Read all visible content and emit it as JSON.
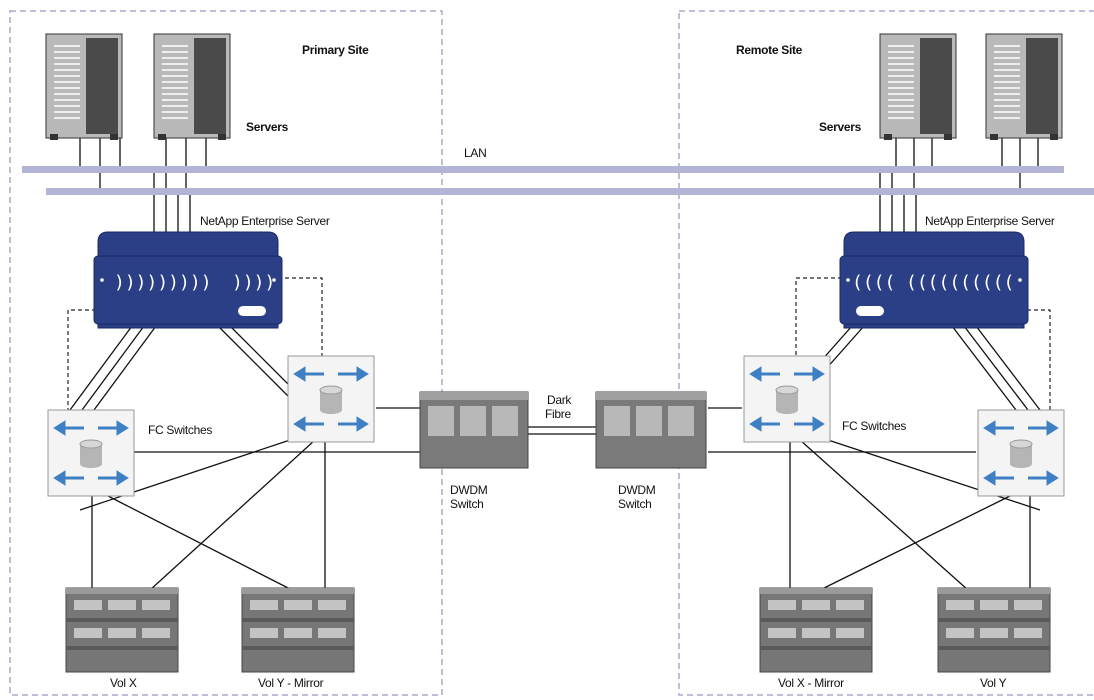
{
  "sites": {
    "primary": {
      "title": "Primary Site"
    },
    "remote": {
      "title": "Remote Site"
    }
  },
  "labels": {
    "servers_left": "Servers",
    "servers_right": "Servers",
    "lan": "LAN",
    "enterprise_left": "NetApp Enterprise Server",
    "enterprise_right": "NetApp Enterprise Server",
    "fc_left": "FC Switches",
    "fc_right": "FC Switches",
    "dark_fibre_1": "Dark",
    "dark_fibre_2": "Fibre",
    "dwdm_left_1": "DWDM",
    "dwdm_left_2": "Switch",
    "dwdm_right_1": "DWDM",
    "dwdm_right_2": "Switch",
    "vol_x": "Vol X",
    "vol_y_mirror": "Vol Y - Mirror",
    "vol_x_mirror": "Vol X - Mirror",
    "vol_y": "Vol Y"
  },
  "colors": {
    "site_border": "#a8a8cc",
    "lan_bus": "#b4b4d6",
    "server_body": "#b9b9b9",
    "server_dark": "#4a4a4a",
    "enterprise_body": "#2b3f86",
    "switch_arrow": "#3f7fc4",
    "dwdm_body": "#7a7a7a",
    "storage_body": "#777777"
  },
  "icons": [
    "server-rack-icon",
    "netapp-filer-icon",
    "fc-switch-icon",
    "dwdm-switch-icon",
    "storage-array-icon"
  ]
}
